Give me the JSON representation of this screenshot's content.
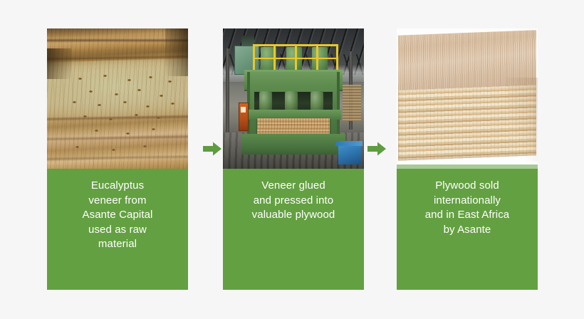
{
  "background_color": "#f6f6f6",
  "accent_green": "#63a041",
  "caption_text_color": "#ffffff",
  "arrow_color": "#5e9c3f",
  "diagram": {
    "name": "plywood-value-chain-flow",
    "steps": [
      {
        "id": "step-1",
        "caption": "Eucalyptus\nveneer from\nAsante Capital\nused as raw\nmaterial",
        "photo_name": "eucalyptus-veneer-stack-photo",
        "photo_alt": "Stack of eucalyptus veneer sheets"
      },
      {
        "id": "step-2",
        "caption": "Veneer glued\nand pressed into\nvaluable plywood",
        "photo_name": "hydraulic-press-machine-photo",
        "photo_alt": "Green hydraulic press machine in a factory pressing veneer"
      },
      {
        "id": "step-3",
        "caption": "Plywood sold\ninternationally\nand in East Africa\nby Asante",
        "photo_name": "finished-plywood-sheets-photo",
        "photo_alt": "Stack of finished plywood sheets showing layered edge"
      }
    ],
    "connectors": [
      {
        "id": "arrow-1",
        "icon": "arrow-right-icon"
      },
      {
        "id": "arrow-2",
        "icon": "arrow-right-icon"
      }
    ]
  }
}
